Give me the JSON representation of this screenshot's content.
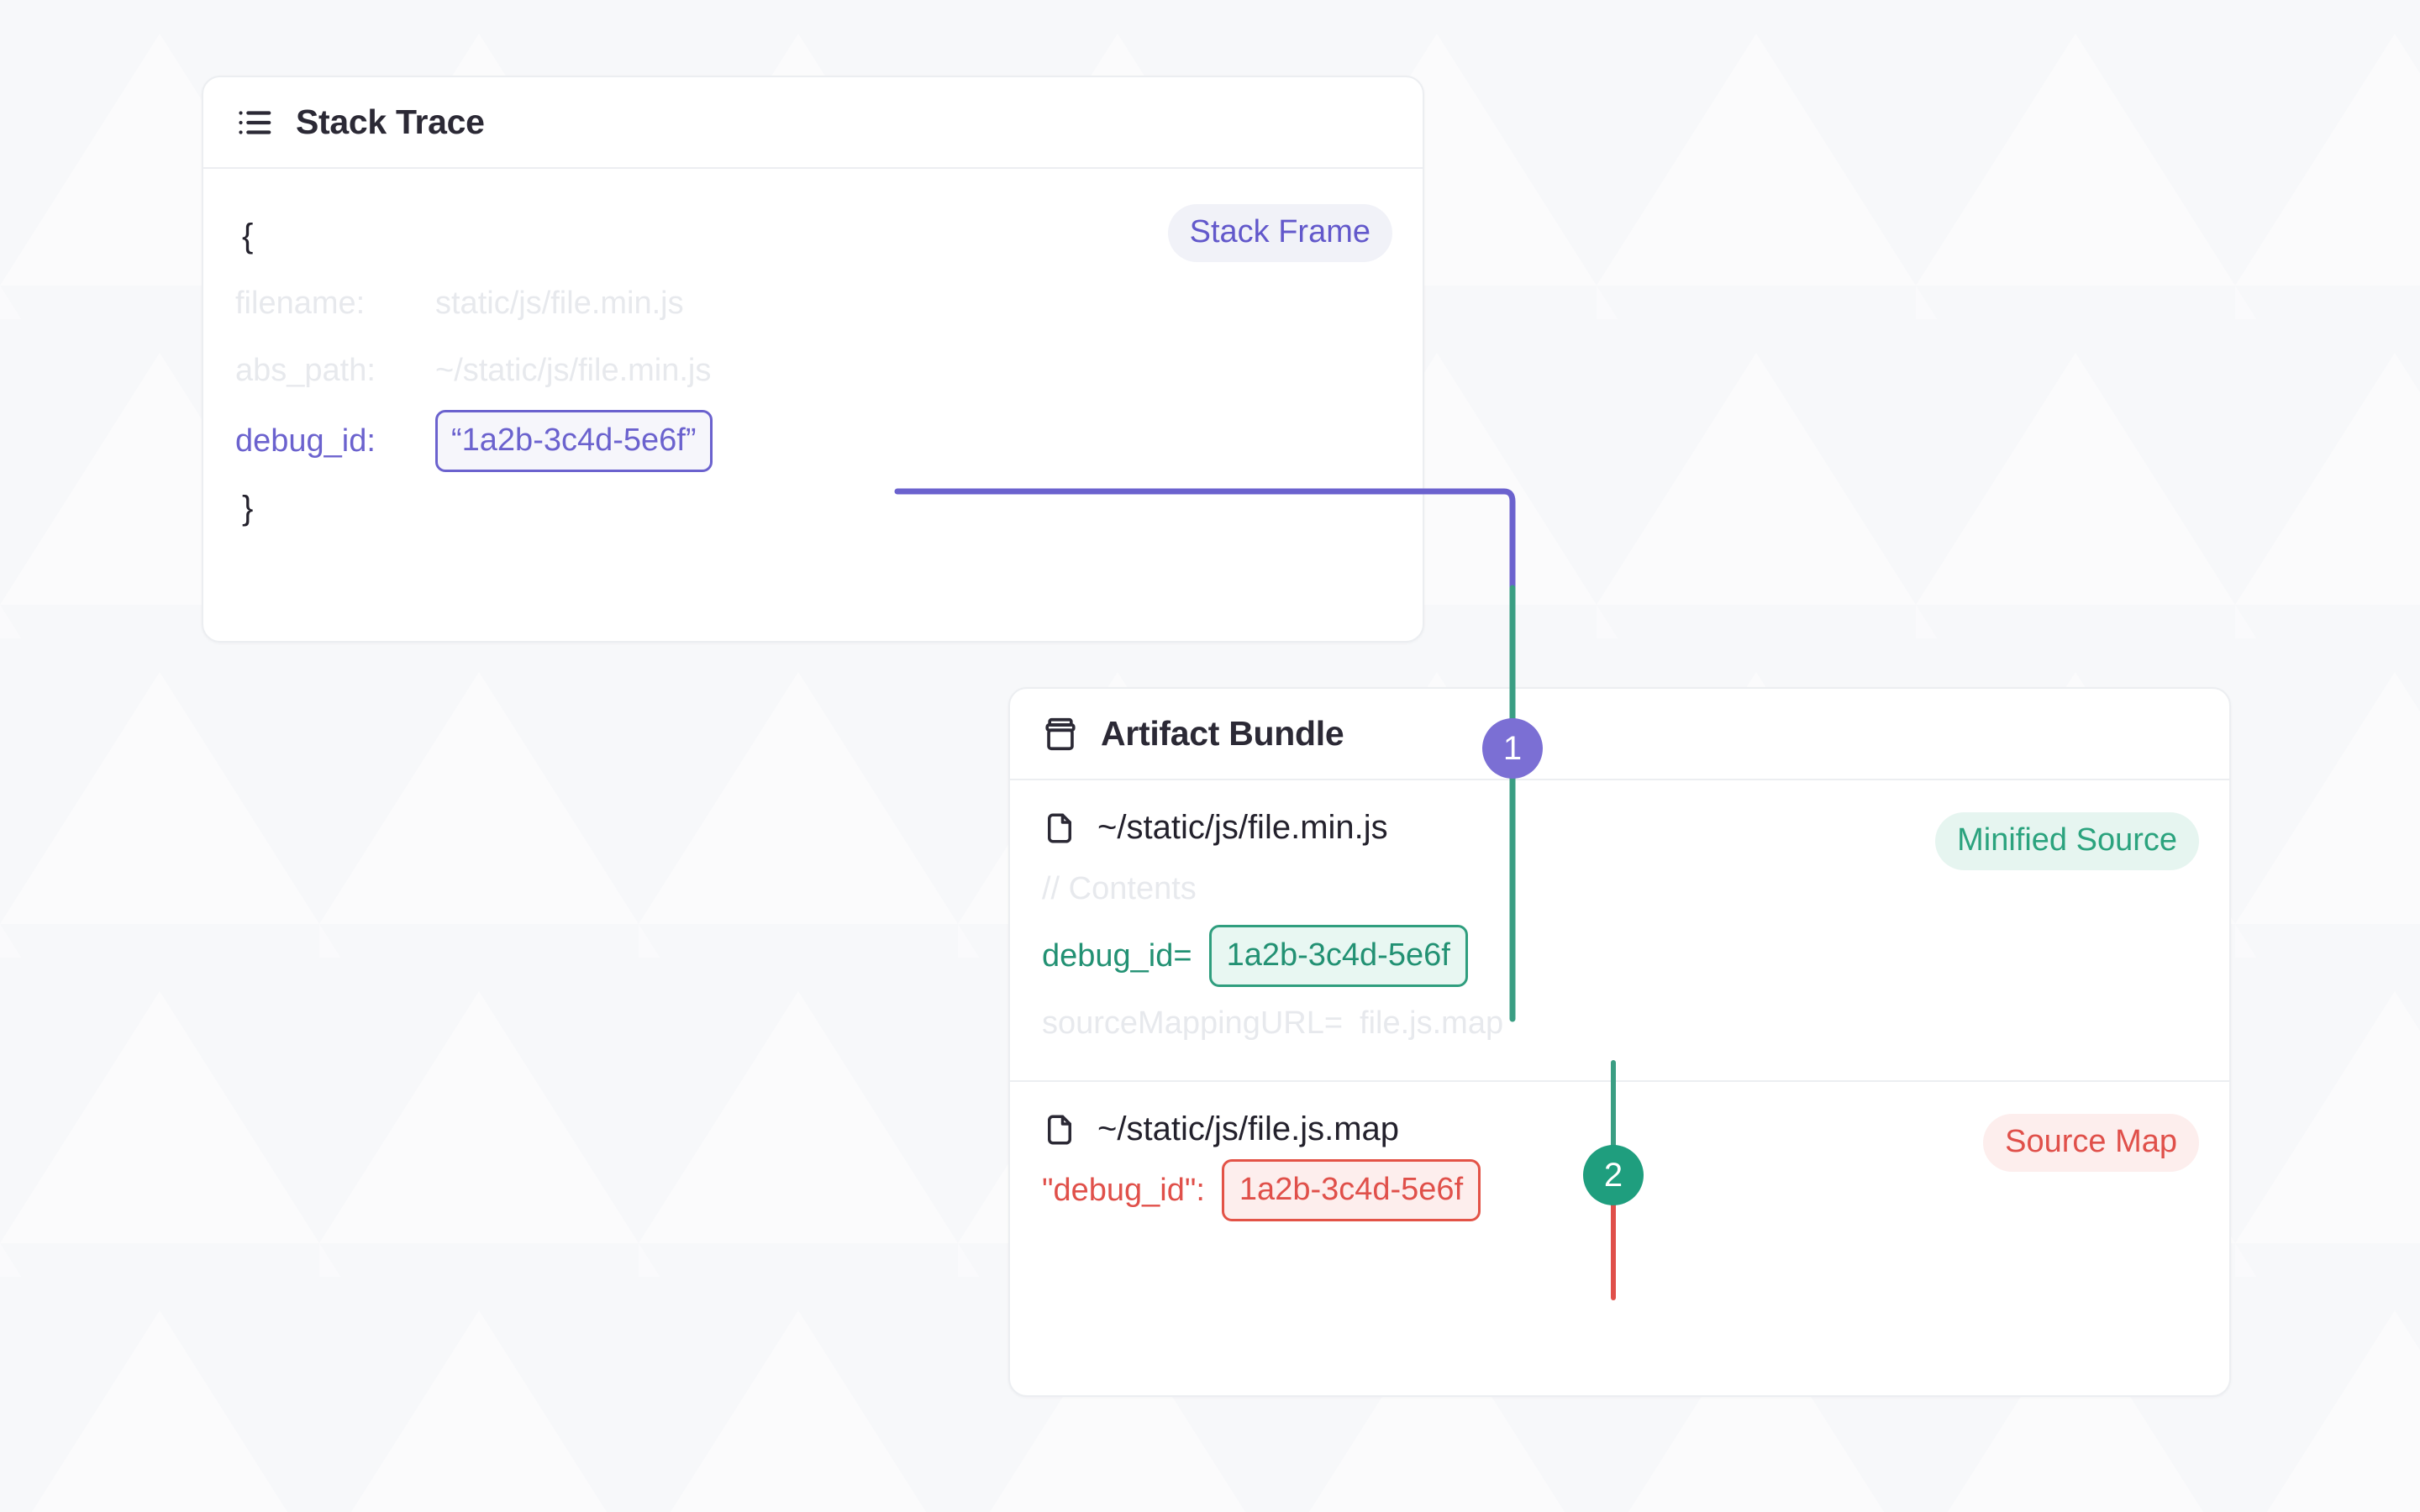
{
  "page": {
    "background_color": "#f7f8fa"
  },
  "palette": {
    "purple": "#6b62ce",
    "purple_badge": "#7b6fd4",
    "green": "#229173",
    "green_line": "#3a9e83",
    "green_badge": "#1f9e7e",
    "red": "#e0504a",
    "text_dark": "#23212c",
    "muted": "#e7e9ed",
    "card_border": "#eceef1"
  },
  "stack_trace_card": {
    "icon": "list-icon",
    "title": "Stack Trace",
    "badge": "Stack Frame",
    "open_brace": "{",
    "close_brace": "}",
    "fields": [
      {
        "key": "filename:",
        "value": "static/js/file.min.js",
        "muted": true
      },
      {
        "key": "abs_path:",
        "value": "~/static/js/file.min.js",
        "muted": true
      }
    ],
    "debug_id_label": "debug_id:",
    "debug_id_value": "“1a2b-3c4d-5e6f”"
  },
  "artifact_bundle_card": {
    "icon": "archive-box-icon",
    "title": "Artifact Bundle",
    "files": [
      {
        "icon": "file-icon",
        "name": "~/static/js/file.min.js",
        "badge": "Minified Source",
        "lines": [
          {
            "text": "// Contents",
            "style": "muted"
          },
          {
            "label": "debug_id=",
            "value": "1a2b-3c4d-5e6f",
            "style": "green-chip"
          },
          {
            "label": "sourceMappingURL=",
            "value": "file.js.map",
            "style": "muted"
          }
        ]
      },
      {
        "icon": "file-icon",
        "name": "~/static/js/file.js.map",
        "badge": "Source Map",
        "lines": [
          {
            "label": "\"debug_id\":",
            "value": "1a2b-3c4d-5e6f",
            "style": "red-chip"
          }
        ]
      }
    ]
  },
  "steps": [
    {
      "number": "1",
      "color": "#7b6fd4"
    },
    {
      "number": "2",
      "color": "#1f9e7e"
    }
  ]
}
